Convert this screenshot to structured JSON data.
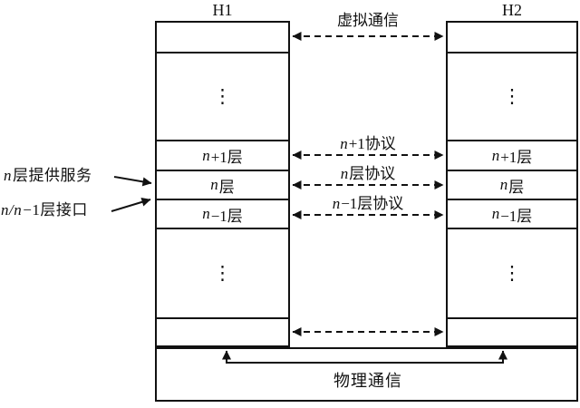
{
  "colors": {
    "line": "#111111",
    "background": "#ffffff",
    "text": "#111111"
  },
  "hosts": {
    "h1": "H1",
    "h2": "H2"
  },
  "stack": {
    "dots": "⋮",
    "layer_n_plus_1": {
      "var": "n",
      "rest": "+1层"
    },
    "layer_n": {
      "var": "n",
      "rest": "层"
    },
    "layer_n_minus_1": {
      "var": "n",
      "rest": "−1层"
    }
  },
  "middle_labels": {
    "virtual": "虚拟通信",
    "protocol_n_plus_1": {
      "var": "n",
      "rest": "+1协议"
    },
    "protocol_n": {
      "var": "n",
      "rest": "层协议"
    },
    "protocol_n_minus_1": {
      "var": "n",
      "rest": "−1层协议"
    }
  },
  "left_labels": {
    "service": {
      "var": "n",
      "rest": "层提供服务"
    },
    "interface": {
      "var": "n/n",
      "rest": "−1层接口"
    }
  },
  "bottom_label": "物理通信"
}
